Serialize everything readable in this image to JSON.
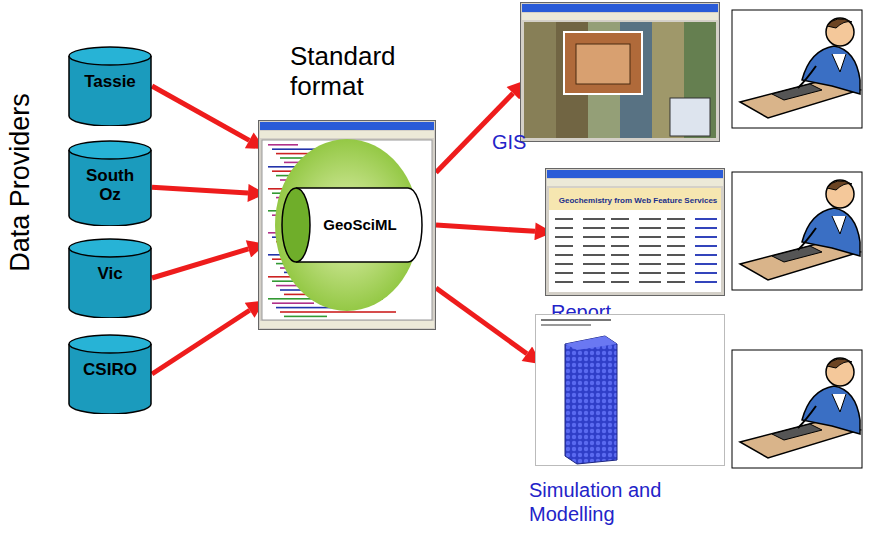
{
  "diagram": {
    "nodes": [
      {
        "text": [
          "Tassie"
        ]
      },
      {
        "text": [
          "South Oz"
        ]
      },
      {
        "text": [
          "Vic"
        ]
      },
      {
        "text": [
          "CSIRO"
        ]
      },
      {
        "text": [
          "GeoSciML"
        ]
      },
      {
        "text": [
          "GIS"
        ]
      },
      {
        "text": [
          "Report"
        ]
      },
      {
        "text": [
          "Simulation and Modelling"
        ]
      }
    ],
    "edges": [
      {
        "from": 0,
        "to": 4,
        "arrow": "to"
      },
      {
        "from": 1,
        "to": 4,
        "arrow": "to"
      },
      {
        "from": 2,
        "to": 4,
        "arrow": "to"
      },
      {
        "from": 3,
        "to": 4,
        "arrow": "to"
      },
      {
        "from": 4,
        "to": 5,
        "arrow": "to"
      },
      {
        "from": 4,
        "to": 6,
        "arrow": "to"
      },
      {
        "from": 4,
        "to": 7,
        "arrow": "to"
      }
    ],
    "labels": [
      "Data Providers",
      "Standard format",
      "Geochemistry from Web Feature Services"
    ]
  }
}
